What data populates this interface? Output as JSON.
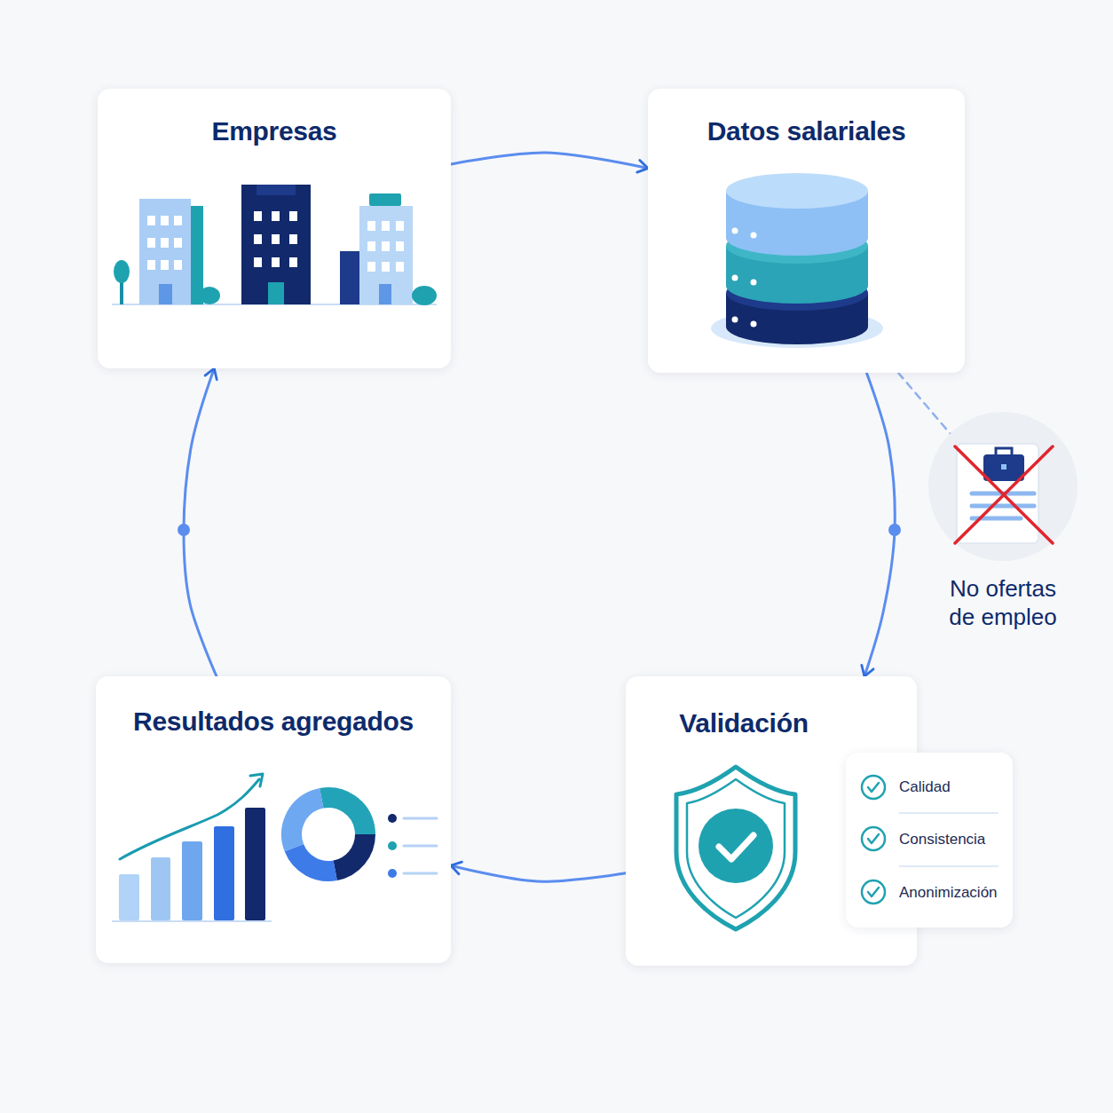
{
  "diagram": {
    "nodes": [
      {
        "text": [
          "Empresas"
        ]
      },
      {
        "text": [
          "Datos salariales"
        ]
      },
      {
        "text": [
          "No ofertas de empleo"
        ]
      },
      {
        "text": [
          "Validación"
        ]
      },
      {
        "text": [
          "Calidad",
          "Consistencia",
          "Anonimización"
        ],
        "in": 3
      },
      {
        "text": [
          "Resultados agregados"
        ]
      }
    ],
    "edges": [
      {
        "from": 0,
        "to": 1,
        "arrow": "to"
      },
      {
        "from": 1,
        "to": 2,
        "arrow": "none"
      },
      {
        "from": 1,
        "to": 3,
        "arrow": "to"
      },
      {
        "from": 3,
        "to": 5,
        "arrow": "to"
      },
      {
        "from": 5,
        "to": 0,
        "arrow": "to"
      }
    ]
  }
}
